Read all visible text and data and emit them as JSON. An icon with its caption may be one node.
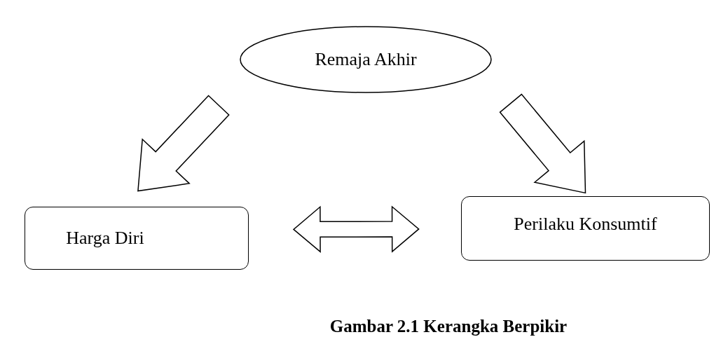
{
  "diagram": {
    "caption": "Gambar 2.1 Kerangka Berpikir",
    "nodes": [
      {
        "text": [
          "Remaja Akhir"
        ]
      },
      {
        "text": [
          "Harga Diri"
        ]
      },
      {
        "text": [
          "Perilaku Konsumtif"
        ]
      }
    ],
    "edges": [
      {
        "from": 0,
        "to": 1,
        "arrow": "to"
      },
      {
        "from": 0,
        "to": 2,
        "arrow": "to"
      },
      {
        "from": 1,
        "to": 2,
        "arrow": "both"
      }
    ]
  }
}
